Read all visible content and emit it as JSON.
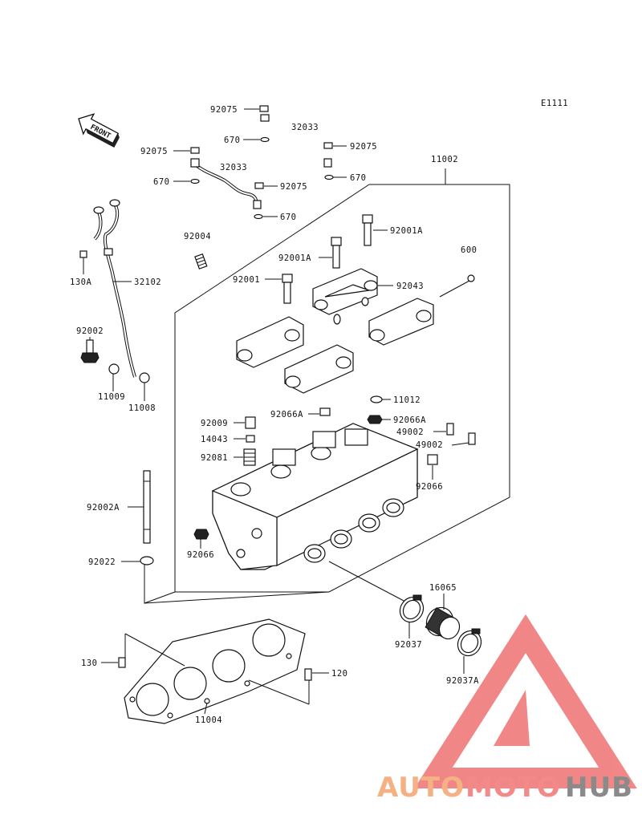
{
  "diagram": {
    "code": "E1111",
    "front_label": "FRONT",
    "parts": [
      {
        "id": "p-92075-a",
        "label": "92075"
      },
      {
        "id": "p-670-a",
        "label": "670"
      },
      {
        "id": "p-32033-a",
        "label": "32033"
      },
      {
        "id": "p-92075-b",
        "label": "92075"
      },
      {
        "id": "p-11002",
        "label": "11002"
      },
      {
        "id": "p-92075-c",
        "label": "92075"
      },
      {
        "id": "p-670-b",
        "label": "670"
      },
      {
        "id": "p-32033-b",
        "label": "32033"
      },
      {
        "id": "p-670-c",
        "label": "670"
      },
      {
        "id": "p-92075-d",
        "label": "92075"
      },
      {
        "id": "p-670-d",
        "label": "670"
      },
      {
        "id": "p-92001a-a",
        "label": "92001A"
      },
      {
        "id": "p-92004",
        "label": "92004"
      },
      {
        "id": "p-600",
        "label": "600"
      },
      {
        "id": "p-92001a-b",
        "label": "92001A"
      },
      {
        "id": "p-130a",
        "label": "130A"
      },
      {
        "id": "p-32102",
        "label": "32102"
      },
      {
        "id": "p-92001",
        "label": "92001"
      },
      {
        "id": "p-92043",
        "label": "92043"
      },
      {
        "id": "p-92002",
        "label": "92002"
      },
      {
        "id": "p-11009",
        "label": "11009"
      },
      {
        "id": "p-11008",
        "label": "11008"
      },
      {
        "id": "p-11012",
        "label": "11012"
      },
      {
        "id": "p-92009",
        "label": "92009"
      },
      {
        "id": "p-92066a-a",
        "label": "92066A"
      },
      {
        "id": "p-92066a-b",
        "label": "92066A"
      },
      {
        "id": "p-14043",
        "label": "14043"
      },
      {
        "id": "p-49002-a",
        "label": "49002"
      },
      {
        "id": "p-49002-b",
        "label": "49002"
      },
      {
        "id": "p-92081",
        "label": "92081"
      },
      {
        "id": "p-92066-a",
        "label": "92066"
      },
      {
        "id": "p-92002a",
        "label": "92002A"
      },
      {
        "id": "p-92066-b",
        "label": "92066"
      },
      {
        "id": "p-92022",
        "label": "92022"
      },
      {
        "id": "p-16065",
        "label": "16065"
      },
      {
        "id": "p-92037",
        "label": "92037"
      },
      {
        "id": "p-130",
        "label": "130"
      },
      {
        "id": "p-120",
        "label": "120"
      },
      {
        "id": "p-92037a",
        "label": "92037A"
      },
      {
        "id": "p-11004",
        "label": "11004"
      }
    ]
  },
  "watermark": {
    "part1": "AUTO",
    "part2": "MOTO",
    "part3": "HUB",
    "color1": "#f5b183",
    "color2": "#f28a8a",
    "color3": "#8a8a8a",
    "triangle_color": "#f07a7a"
  }
}
